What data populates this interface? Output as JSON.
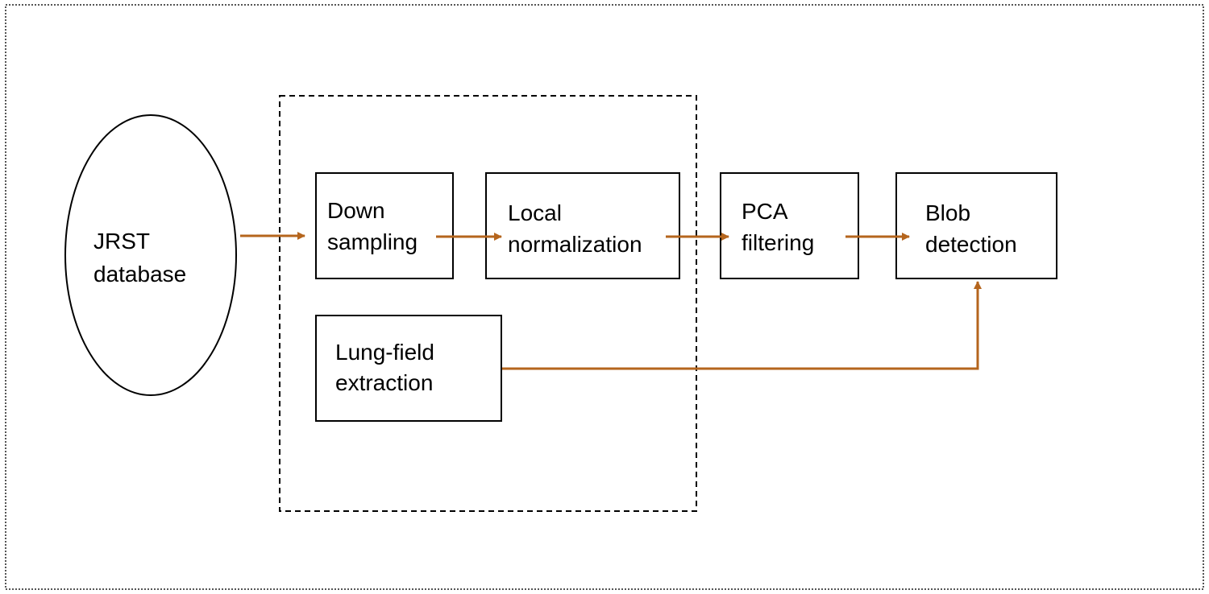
{
  "diagram": {
    "source": {
      "line1": "JRST",
      "line2": "database"
    },
    "down_sampling": {
      "line1": "Down",
      "line2": "sampling"
    },
    "local_normalization": {
      "line1": "Local",
      "line2": "normalization"
    },
    "pca_filtering": {
      "line1": "PCA",
      "line2": "filtering"
    },
    "blob_detection": {
      "line1": "Blob",
      "line2": "detection"
    },
    "lung_field_extraction": {
      "line1": "Lung-field",
      "line2": "extraction"
    }
  },
  "colors": {
    "arrow": "#B5651D",
    "stroke": "#000000",
    "background": "#ffffff"
  }
}
